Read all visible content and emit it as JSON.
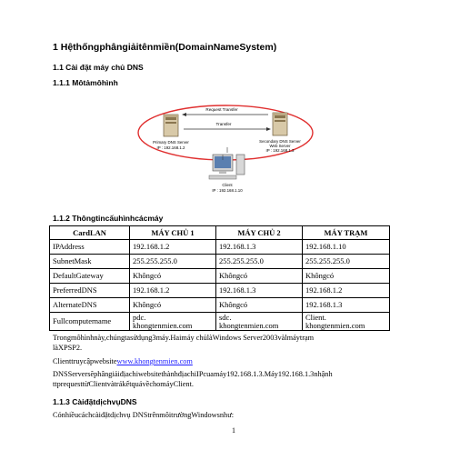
{
  "headings": {
    "h1": "1 Hệthốngphângiảitênmiền(DomainNameSystem)",
    "h1_1": "1.1 Cài đặt máy chủ DNS",
    "h1_1_1": "1.1.1 Môtảmôhình",
    "h1_1_2": "1.1.2 Thôngtincấuhìnhcácmáy",
    "h1_1_3": "1.1.3 CàiđặtdịchvụDNS"
  },
  "diagram": {
    "request_label": "Request Transfer",
    "transfer_label": "Transfer",
    "primary_name": "Primary DNS Server",
    "primary_ip": "IP : 192.168.1.2",
    "secondary_name": "Secondary DNS Server",
    "secondary_role": "Web Server",
    "secondary_ip": "IP : 192.168.1.3",
    "client_name": "Client",
    "client_ip": "IP : 192.168.1.10",
    "ellipse_color": "#e03030"
  },
  "table": {
    "headers": [
      "CardLAN",
      "MÁY CHỦ 1",
      "MÁY CHỦ 2",
      "MÁY TRẠM"
    ],
    "rows": [
      [
        "IPAddress",
        "192.168.1.2",
        "192.168.1.3",
        "192.168.1.10"
      ],
      [
        "SubnetMask",
        "255.255.255.0",
        "255.255.255.0",
        "255.255.255.0"
      ],
      [
        "DefaultGateway",
        "Khôngcó",
        "Khôngcó",
        "Khôngcó"
      ],
      [
        "PreferredDNS",
        "192.168.1.2",
        "192.168.1.3",
        "192.168.1.2"
      ],
      [
        "AlternateDNS",
        "Khôngcó",
        "Khôngcó",
        "192.168.1.3"
      ],
      [
        "Fullcomputername",
        "pdc.\nkhongtenmien.com",
        "sdc.\nkhongtenmien.com",
        "Client.\nkhongtenmien.com"
      ]
    ]
  },
  "paragraphs": {
    "p1_line1": "Trongmôhìnhnày,chúngtasửdụng3máy.Haimáy chủlàWindows Server2003vàlmáytrạm",
    "p1_line2": "làXPSP2.",
    "p2_prefix": "Clienttruycậpwebsite",
    "p2_link": "www.khongtenmien.com",
    "p3_line1": "DNSServersẽphângiảiđịachiwebsitethànhđịachiIPcuamáy192.168.1.3.Máy192.168.1.3nhậnh",
    "p3_line2": "ttprequesttừClientvàtrảkếtquảvềchomáyClient.",
    "p4": "Cónhiềucáchcàiđặtdịchvụ DNStrênmôitrườngWindowsnhư:"
  },
  "page_number": "1"
}
